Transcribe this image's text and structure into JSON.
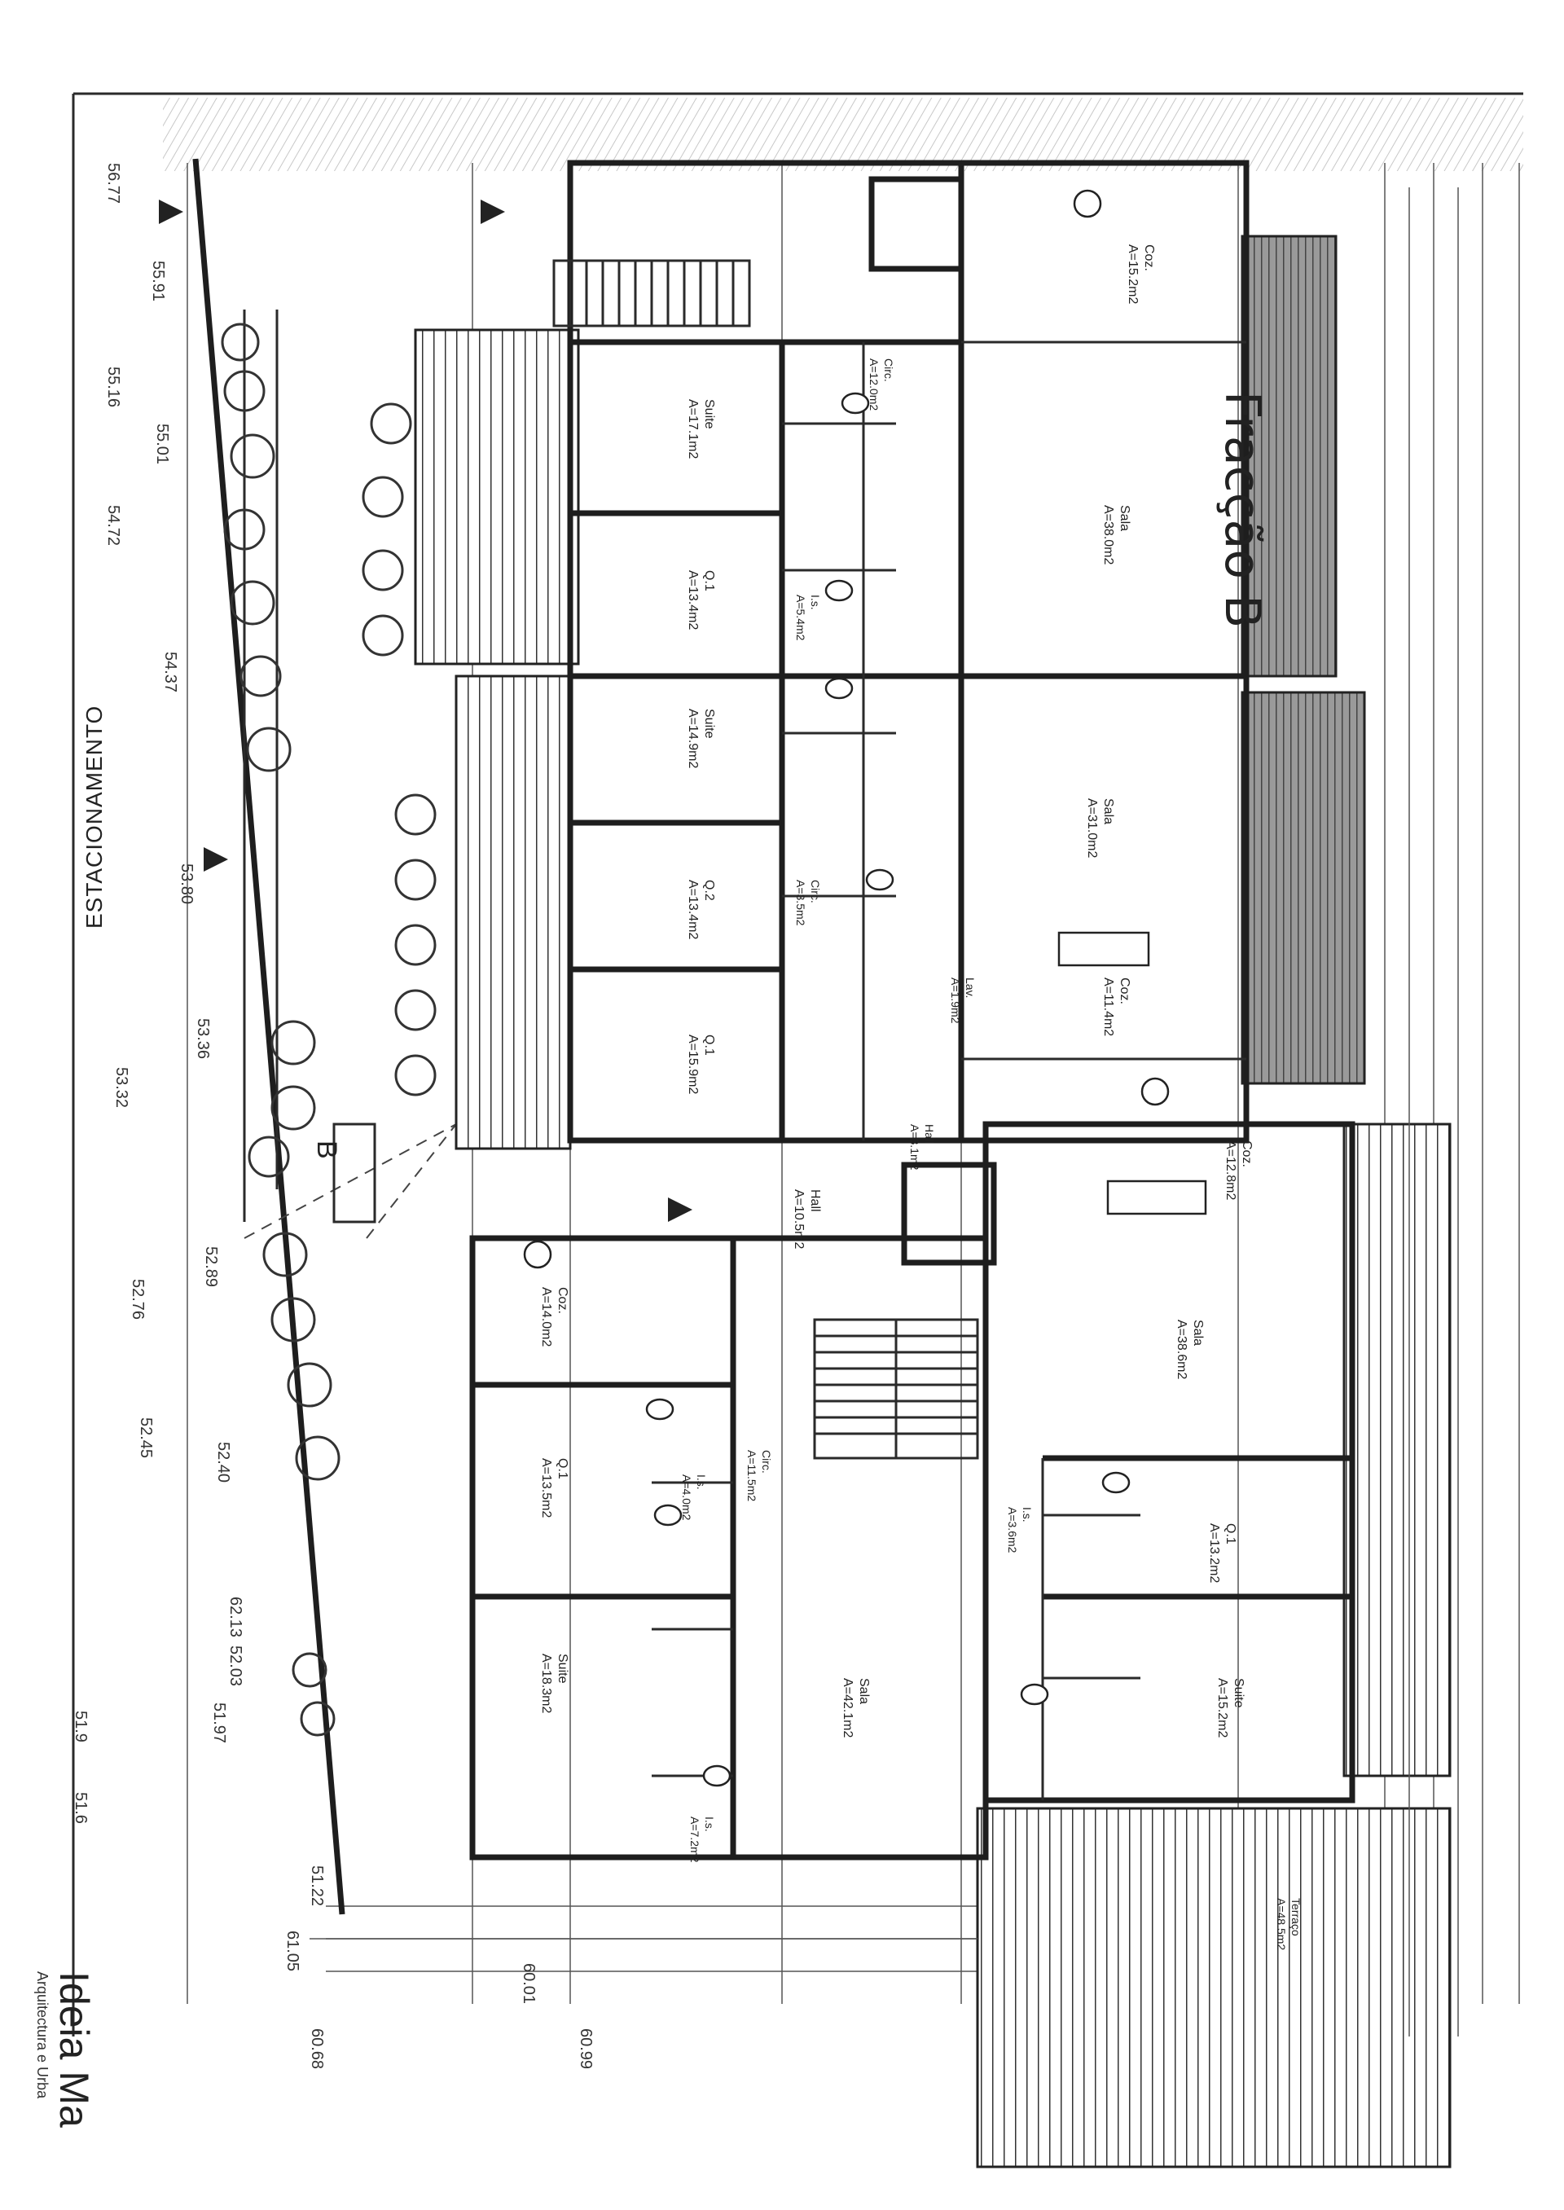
{
  "unit_label": "Fracção B",
  "parking_label": "ESTACIONAMENTO",
  "entry_marker": "B",
  "firm": {
    "name": "Ideia Ma",
    "tagline": "Arquitectura e Urba"
  },
  "rooms_top": [
    {
      "name": "Coz.",
      "area": "A=15.2m2"
    },
    {
      "name": "Sala",
      "area": "A=38.0m2"
    },
    {
      "name": "Suite",
      "area": "A=17.1m2"
    },
    {
      "name": "Q.1",
      "area": "A=13.4m2"
    },
    {
      "name": "I.s.",
      "area": "A=5.4m2"
    },
    {
      "name": "Circ.",
      "area": "A=12.0m2"
    },
    {
      "name": "Suite",
      "area": "A=14.9m2"
    },
    {
      "name": "Sala",
      "area": "A=31.0m2"
    },
    {
      "name": "Q.2",
      "area": "A=13.4m2"
    },
    {
      "name": "Circ.",
      "area": "A=3.5m2"
    },
    {
      "name": "Q.1",
      "area": "A=15.9m2"
    },
    {
      "name": "Coz.",
      "area": "A=11.4m2"
    },
    {
      "name": "Hall",
      "area": "A=3.1m2"
    },
    {
      "name": "Lav.",
      "area": "A=1.9m2"
    }
  ],
  "rooms_bottom": [
    {
      "name": "Coz.",
      "area": "A=12.8m2"
    },
    {
      "name": "Sala",
      "area": "A=38.6m2"
    },
    {
      "name": "Hall",
      "area": "A=10.5m2"
    },
    {
      "name": "Coz.",
      "area": "A=14.0m2"
    },
    {
      "name": "Q.1",
      "area": "A=13.5m2"
    },
    {
      "name": "I.s.",
      "area": "A=4.0m2"
    },
    {
      "name": "Circ.",
      "area": "A=11.5m2"
    },
    {
      "name": "Suite",
      "area": "A=18.3m2"
    },
    {
      "name": "Sala",
      "area": "A=42.1m2"
    },
    {
      "name": "I.s.",
      "area": "A=7.2m2"
    },
    {
      "name": "Q.1",
      "area": "A=13.2m2"
    },
    {
      "name": "I.s.",
      "area": "A=3.6m2"
    },
    {
      "name": "Suite",
      "area": "A=15.2m2"
    },
    {
      "name": "Terraço",
      "area": "A=48.5m2"
    }
  ],
  "levels": [
    "56.77",
    "55.91",
    "55.16",
    "55.01",
    "54.72",
    "54.37",
    "53.80",
    "53.36",
    "53.32",
    "52.89",
    "52.76",
    "52.45",
    "52.40",
    "62.13",
    "52.03",
    "51.97",
    "51.9",
    "51.6",
    "51.22",
    "61.05",
    "60.01",
    "60.68",
    "60.99"
  ]
}
